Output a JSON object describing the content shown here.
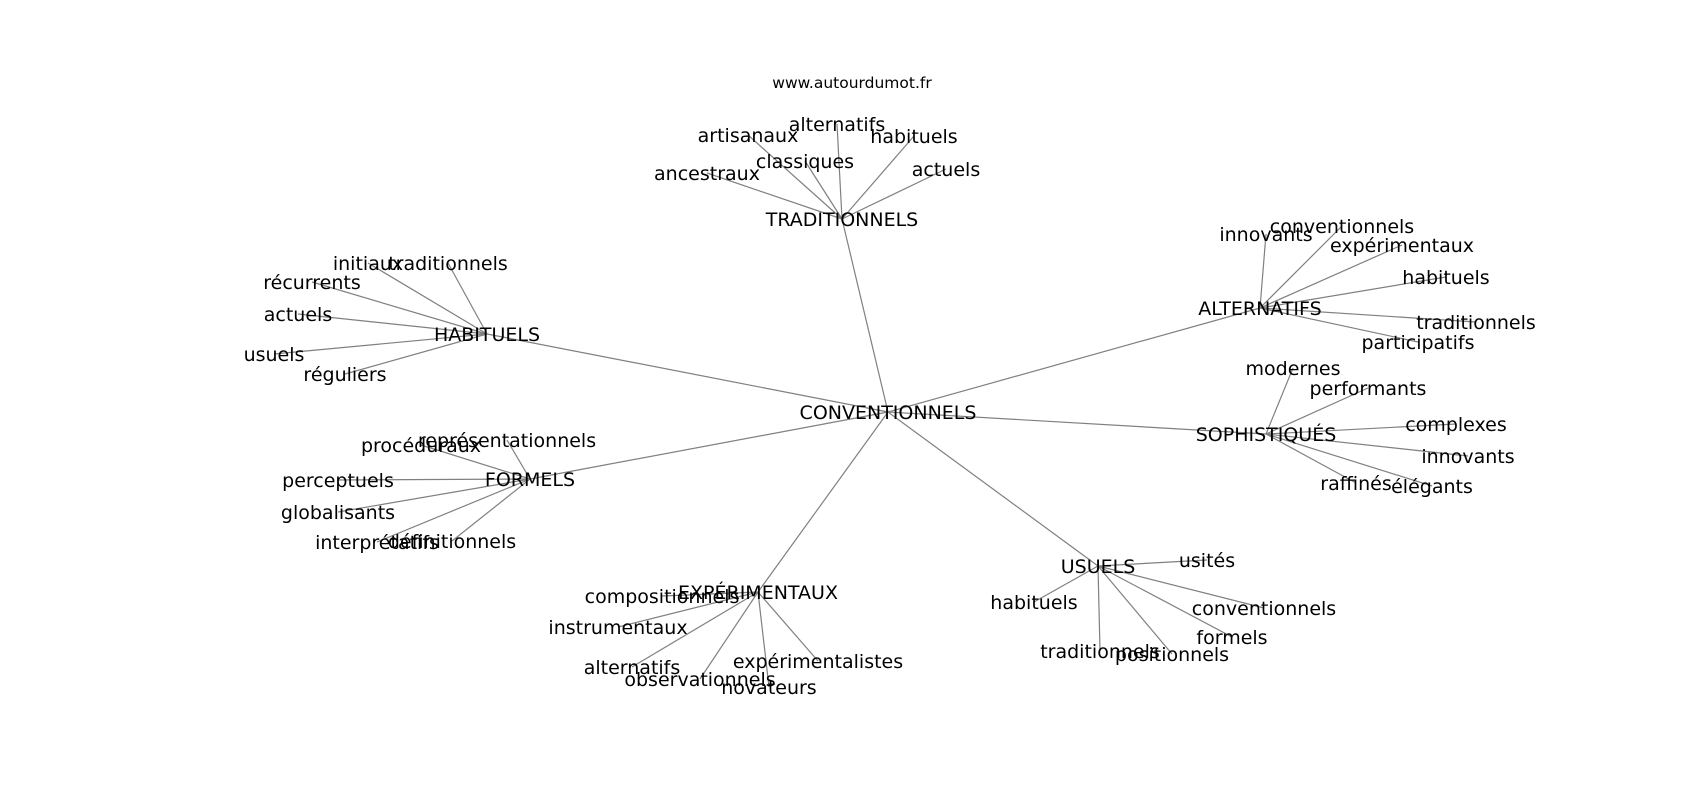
{
  "site": "www.autourdumot.fr",
  "center": {
    "label": "CONVENTIONNELS"
  },
  "clusters": [
    {
      "label": "TRADITIONNELS",
      "leaves": [
        "alternatifs",
        "artisanaux",
        "habituels",
        "classiques",
        "ancestraux",
        "actuels"
      ]
    },
    {
      "label": "ALTERNATIFS",
      "leaves": [
        "conventionnels",
        "innovants",
        "expérimentaux",
        "habituels",
        "traditionnels",
        "participatifs"
      ]
    },
    {
      "label": "HABITUELS",
      "leaves": [
        "initiaux",
        "traditionnels",
        "récurrents",
        "actuels",
        "usuels",
        "réguliers"
      ]
    },
    {
      "label": "SOPHISTIQUÉS",
      "leaves": [
        "modernes",
        "performants",
        "complexes",
        "innovants",
        "raffinés",
        "élégants"
      ]
    },
    {
      "label": "FORMELS",
      "leaves": [
        "représentationnels",
        "procéduraux",
        "perceptuels",
        "globalisants",
        "définitionnels",
        "interprétatifs"
      ]
    },
    {
      "label": "USUELS",
      "leaves": [
        "usités",
        "habituels",
        "conventionnels",
        "formels",
        "traditionnels",
        "positionnels"
      ]
    },
    {
      "label": "EXPÉRIMENTAUX",
      "leaves": [
        "compositionnels",
        "instrumentaux",
        "alternatifs",
        "expérimentalistes",
        "observationnels",
        "novateurs"
      ]
    }
  ]
}
